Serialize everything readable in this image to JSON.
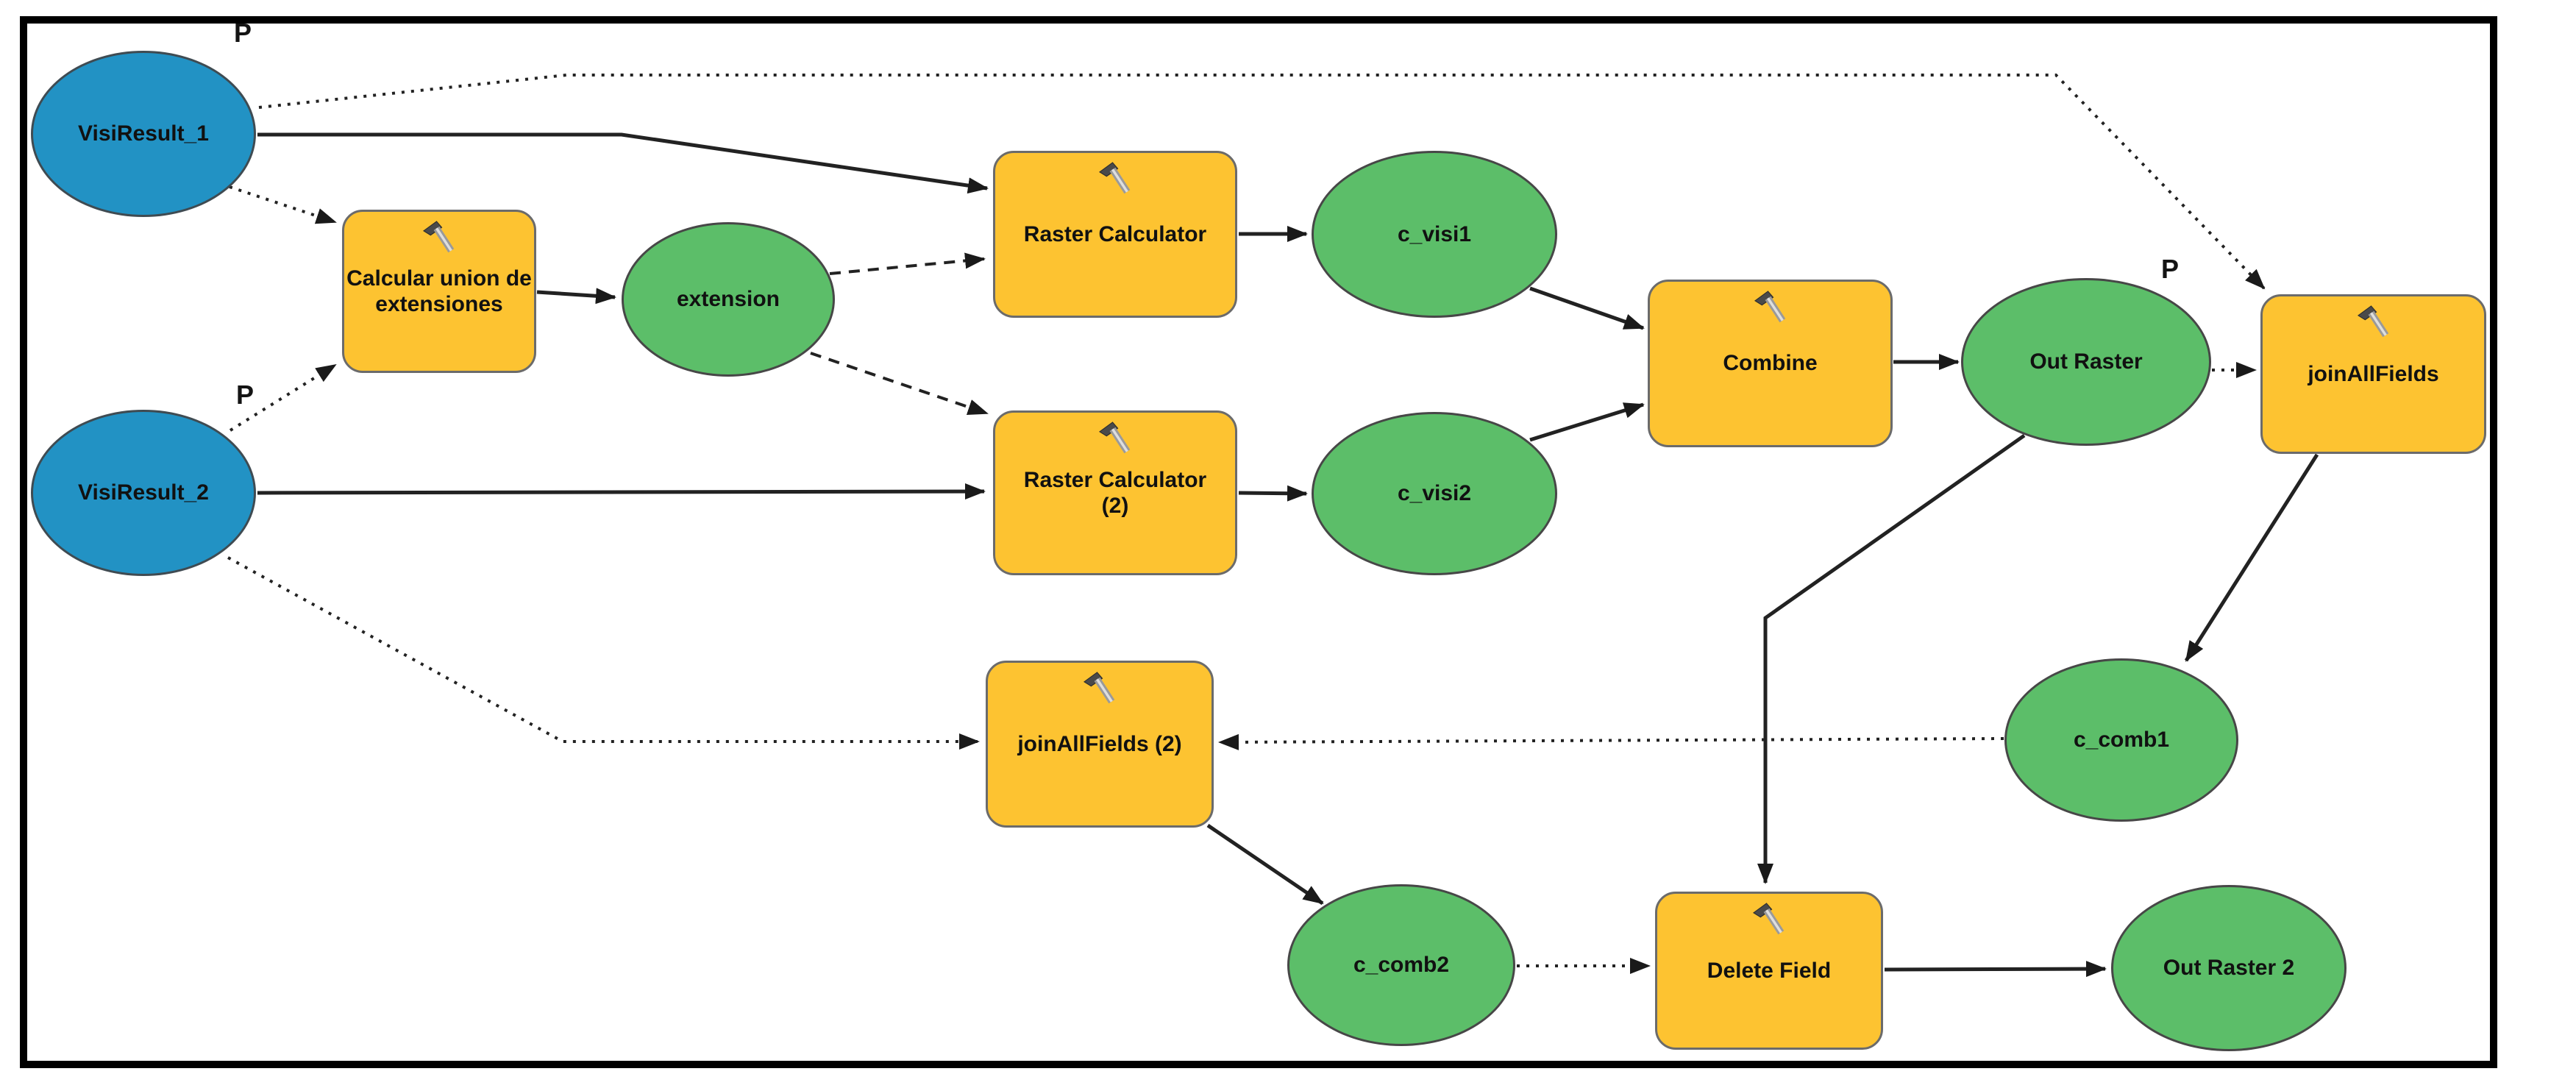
{
  "nodes": {
    "visiresult_1": {
      "label": "VisiResult_1",
      "type": "input-data",
      "shape": "ellipse"
    },
    "visiresult_2": {
      "label": "VisiResult_2",
      "type": "input-data",
      "shape": "ellipse"
    },
    "calcular_union": {
      "label": "Calcular union de\nextensiones",
      "type": "tool",
      "shape": "rounded-box"
    },
    "extension": {
      "label": "extension",
      "type": "derived-data",
      "shape": "ellipse"
    },
    "raster_calculator": {
      "label": "Raster Calculator",
      "type": "tool",
      "shape": "rounded-box"
    },
    "raster_calculator_2": {
      "label": "Raster Calculator\n(2)",
      "type": "tool",
      "shape": "rounded-box"
    },
    "c_visi1": {
      "label": "c_visi1",
      "type": "derived-data",
      "shape": "ellipse"
    },
    "c_visi2": {
      "label": "c_visi2",
      "type": "derived-data",
      "shape": "ellipse"
    },
    "combine": {
      "label": "Combine",
      "type": "tool",
      "shape": "rounded-box"
    },
    "out_raster": {
      "label": "Out Raster",
      "type": "derived-data",
      "shape": "ellipse"
    },
    "join_all_fields": {
      "label": "joinAllFields",
      "type": "tool",
      "shape": "rounded-box"
    },
    "c_comb1": {
      "label": "c_comb1",
      "type": "derived-data",
      "shape": "ellipse"
    },
    "join_all_fields_2": {
      "label": "joinAllFields (2)",
      "type": "tool",
      "shape": "rounded-box"
    },
    "c_comb2": {
      "label": "c_comb2",
      "type": "derived-data",
      "shape": "ellipse"
    },
    "delete_field": {
      "label": "Delete Field",
      "type": "tool",
      "shape": "rounded-box"
    },
    "out_raster_2": {
      "label": "Out Raster 2",
      "type": "derived-data",
      "shape": "ellipse"
    }
  },
  "parameter_markers": {
    "visiresult_1": "P",
    "visiresult_2": "P",
    "out_raster": "P"
  },
  "edges": [
    {
      "from": "VisiResult_1",
      "to": "Raster Calculator",
      "style": "solid"
    },
    {
      "from": "VisiResult_1",
      "to": "Calcular union de extensiones",
      "style": "dotted"
    },
    {
      "from": "VisiResult_1",
      "to": "joinAllFields",
      "style": "dotted"
    },
    {
      "from": "VisiResult_2",
      "to": "Calcular union de extensiones",
      "style": "dotted"
    },
    {
      "from": "VisiResult_2",
      "to": "Raster Calculator (2)",
      "style": "solid"
    },
    {
      "from": "VisiResult_2",
      "to": "joinAllFields (2)",
      "style": "dotted"
    },
    {
      "from": "Calcular union de extensiones",
      "to": "extension",
      "style": "solid"
    },
    {
      "from": "extension",
      "to": "Raster Calculator",
      "style": "dashed"
    },
    {
      "from": "extension",
      "to": "Raster Calculator (2)",
      "style": "dashed"
    },
    {
      "from": "Raster Calculator",
      "to": "c_visi1",
      "style": "solid"
    },
    {
      "from": "Raster Calculator (2)",
      "to": "c_visi2",
      "style": "solid"
    },
    {
      "from": "c_visi1",
      "to": "Combine",
      "style": "solid"
    },
    {
      "from": "c_visi2",
      "to": "Combine",
      "style": "solid"
    },
    {
      "from": "Combine",
      "to": "Out Raster",
      "style": "solid"
    },
    {
      "from": "Out Raster",
      "to": "joinAllFields",
      "style": "dotted"
    },
    {
      "from": "Out Raster",
      "to": "Delete Field",
      "style": "solid"
    },
    {
      "from": "joinAllFields",
      "to": "c_comb1",
      "style": "solid"
    },
    {
      "from": "c_comb1",
      "to": "joinAllFields (2)",
      "style": "dotted"
    },
    {
      "from": "joinAllFields (2)",
      "to": "c_comb2",
      "style": "solid"
    },
    {
      "from": "c_comb2",
      "to": "Delete Field",
      "style": "dotted"
    },
    {
      "from": "Delete Field",
      "to": "Out Raster 2",
      "style": "solid"
    }
  ],
  "colors": {
    "input_fill": "#2292C4",
    "derived_fill": "#5CBE69",
    "tool_fill": "#FDC331",
    "edge": "#222222",
    "frame": "#000000"
  }
}
